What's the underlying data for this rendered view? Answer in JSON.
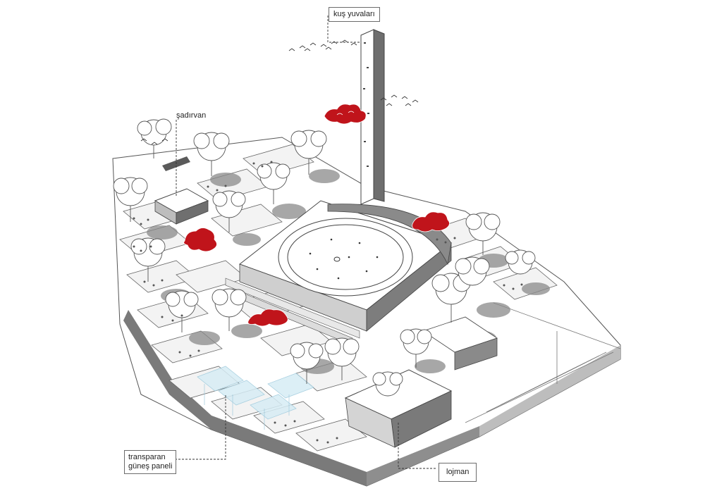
{
  "labels": {
    "bird_nests": "kuş yuvaları",
    "fountain": "şadırvan",
    "solar_panel_line1": "transparan",
    "solar_panel_line2": "güneş paneli",
    "lodging": "lojman"
  },
  "colors": {
    "line": "#3a3a3a",
    "shadow": "#6a6a6a",
    "wall": "#8c8c8c",
    "accent_red": "#c0141b",
    "panel_blue": "#a9d6e8"
  }
}
